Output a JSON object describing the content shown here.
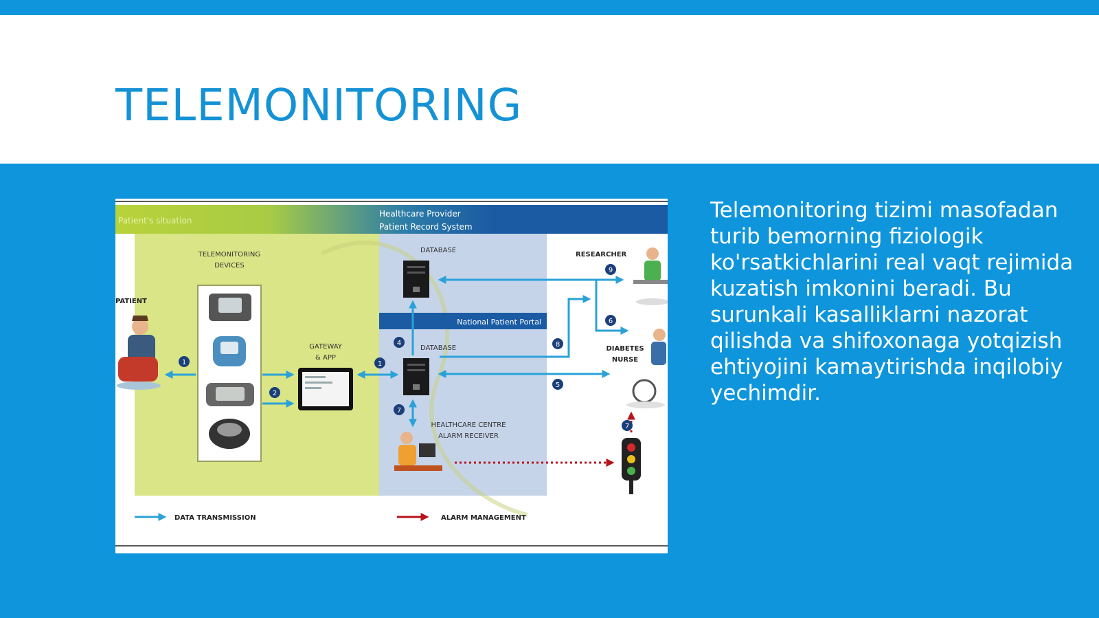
{
  "slide": {
    "title": "TELEMONITORING",
    "body": "Telemonitoring tizimi masofadan turib bemorning fiziologik ko'rsatkichlarini real vaqt rejimida kuzatish imkonini beradi. Bu surunkali kasalliklarni nazorat qilishda va shifoxonaga yotqizish ehtiyojini kamaytirishda inqilobiy yechimdir."
  },
  "diagram": {
    "left_header": "Patient's situation",
    "right_header_line1": "Healthcare Provider",
    "right_header_line2": "Patient Record System",
    "national_portal": "National Patient Portal",
    "devices_line1": "TELEMONITORING",
    "devices_line2": "DEVICES",
    "gateway_line1": "GATEWAY",
    "gateway_line2": "& APP",
    "database_top": "DATABASE",
    "database_bottom": "DATABASE",
    "patient": "PATIENT",
    "researcher": "RESEARCHER",
    "nurse_line1": "DIABETES",
    "nurse_line2": "NURSE",
    "alarm_line1": "HEALTHCARE CENTRE",
    "alarm_line2": "ALARM RECEIVER",
    "legend_data": "DATA TRANSMISSION",
    "legend_alarm": "ALARM MANAGEMENT",
    "step_numbers": [
      "1",
      "2",
      "1",
      "4",
      "7",
      "8",
      "5",
      "6",
      "9",
      "7"
    ],
    "colors": {
      "arrow_blue": "#2aa2d8",
      "alarm_red": "#b5141e",
      "green_panel": "#d9e586",
      "blue_panel": "#c6d4ea",
      "header_blue": "#1b5ba3"
    }
  }
}
